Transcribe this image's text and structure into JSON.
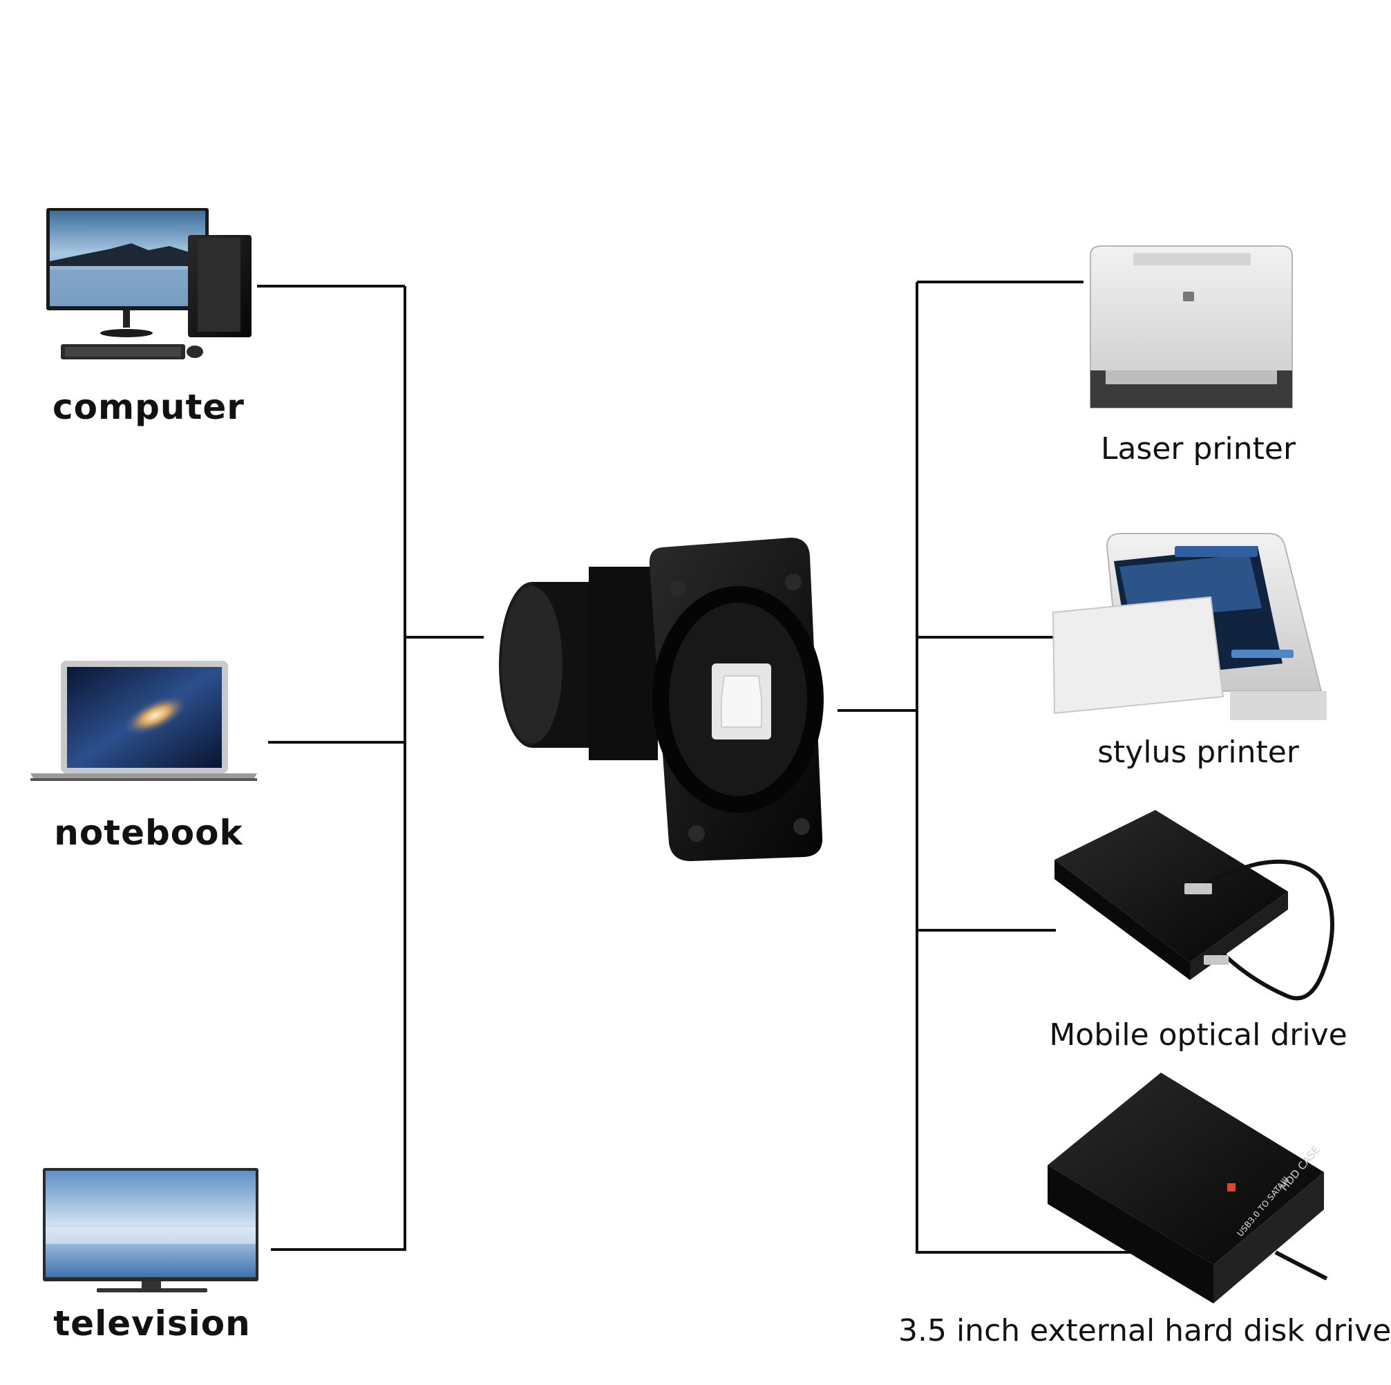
{
  "devices_left": [
    {
      "label": "computer",
      "icon": "desktop-computer-icon"
    },
    {
      "label": "notebook",
      "icon": "laptop-icon"
    },
    {
      "label": "television",
      "icon": "television-icon"
    }
  ],
  "center": {
    "icon": "usb-b-panel-mount-connector-icon"
  },
  "devices_right": [
    {
      "label": "Laser printer",
      "icon": "laser-printer-icon"
    },
    {
      "label": "stylus printer",
      "icon": "dot-matrix-printer-icon"
    },
    {
      "label": "Mobile optical drive",
      "icon": "optical-drive-icon"
    },
    {
      "label": "3.5 inch external hard disk drive",
      "icon": "hdd-enclosure-icon"
    }
  ],
  "hdd_case_text": "HDD CASE",
  "hdd_usb_text": "USB3.0 TO SATAIII",
  "colors": {
    "line": "#111111",
    "connector": "#141414",
    "usb_port": "#e6e6e6",
    "screen_sky": "#8ab4d8"
  }
}
